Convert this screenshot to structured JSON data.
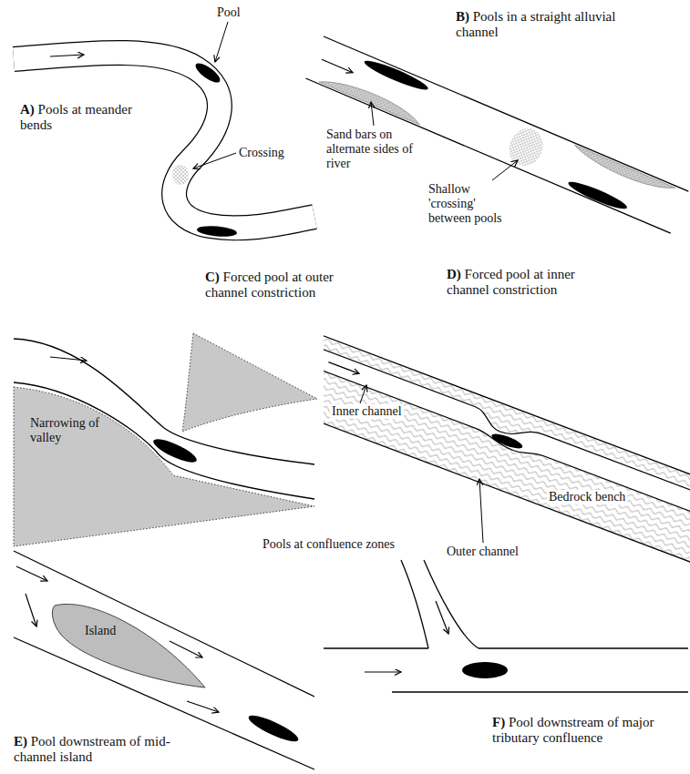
{
  "diagram": {
    "nodes": [
      {
        "text": [
          "Narrowing of valley"
        ]
      },
      {
        "text": [
          "Island"
        ]
      }
    ],
    "labels": [
      "Pool",
      "Crossing",
      "A) Pools at meander bends",
      "B) Pools in a straight alluvial channel",
      "Sand bars on alternate sides of river",
      "Shallow 'crossing' between pools",
      "C) Forced pool at outer channel constriction",
      "D) Forced pool at inner channel constriction",
      "Inner channel",
      "Bedrock bench",
      "Outer channel",
      "Pools at confluence zones",
      "E) Pool downstream of mid-channel island",
      "F) Pool downstream of major tributary confluence"
    ]
  }
}
